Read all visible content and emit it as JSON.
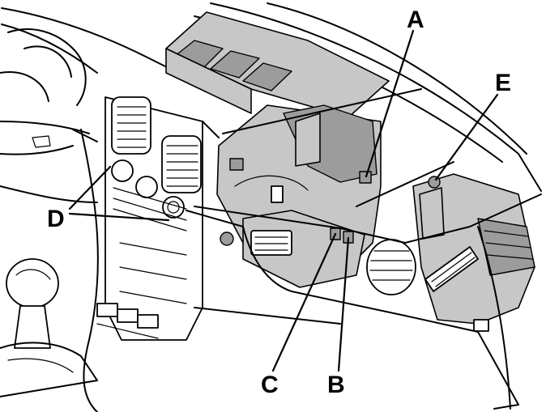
{
  "labels": {
    "a": "A",
    "b": "B",
    "c": "C",
    "d": "D",
    "e": "E"
  },
  "colors": {
    "line": "#000000",
    "component_fill": "#c7c7c7",
    "component_shadow": "#9c9c9c",
    "background": "#ffffff"
  }
}
